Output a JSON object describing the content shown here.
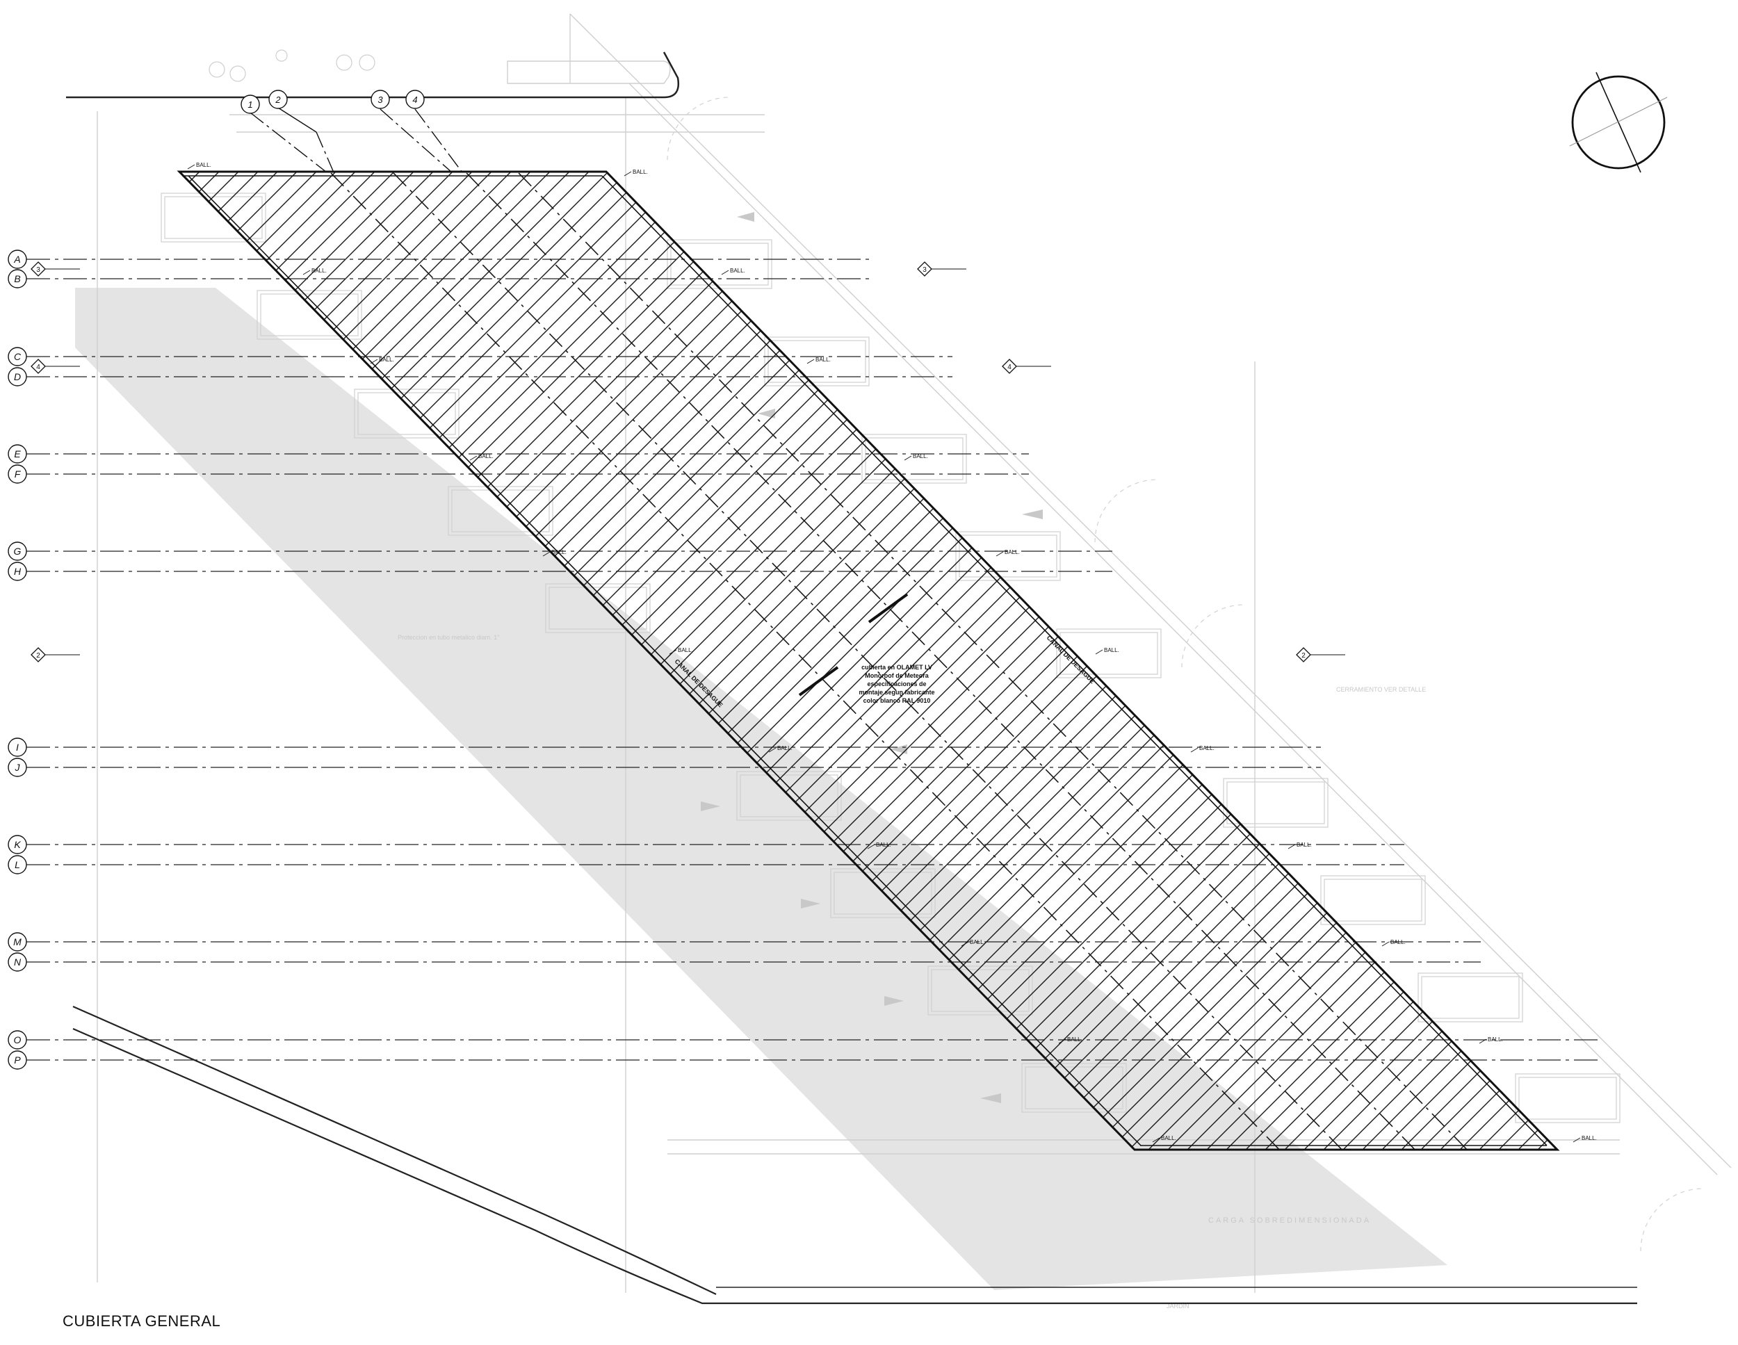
{
  "drawing": {
    "title": "CUBIERTA GENERAL",
    "roof_note": [
      "cubierta en OLAMET LV",
      "Monoroof de Meteora",
      "especificaciones de",
      "montaje segun fabricante",
      "color blanco RAL 9010"
    ],
    "gutter_label": "CANAL DE DESAGUE",
    "downpipe_label": "BALL.",
    "faint_labels": {
      "carga": "CARGA SOBREDIMENSIONADA",
      "cerramiento": "CERRAMIENTO VER DETALLE",
      "proteccion": "Proteccion en tubo metalico diam. 1\"",
      "jardin": "JARDIN"
    }
  },
  "grid": {
    "rows": [
      "A",
      "B",
      "C",
      "D",
      "E",
      "F",
      "G",
      "H",
      "I",
      "J",
      "K",
      "L",
      "M",
      "N",
      "O",
      "P"
    ],
    "columns_top": [
      "1",
      "2",
      "3",
      "4"
    ],
    "section_markers": [
      "3",
      "4",
      "2"
    ]
  },
  "colors": {
    "line": "#111111",
    "shadow": "#e3e3e3",
    "faint": "#c8c8c8"
  }
}
